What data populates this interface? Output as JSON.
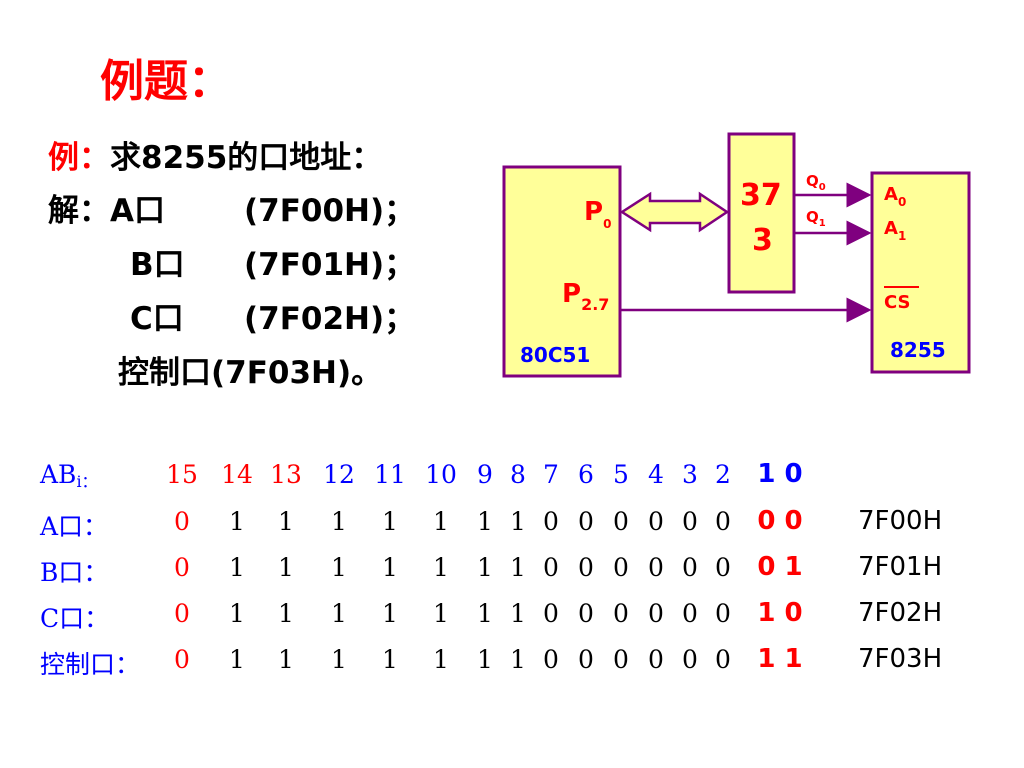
{
  "title": "例题：",
  "question": {
    "example_label": "例：",
    "example_text": "求8255的口地址：",
    "solution_label": "解：",
    "lines": [
      {
        "port": "A口",
        "addr": "(7F00H)；"
      },
      {
        "port": "B口",
        "addr": "(7F01H)；"
      },
      {
        "port": "C口",
        "addr": "(7F02H)；"
      },
      {
        "port": "控制口",
        "addr": "(7F03H)。"
      }
    ]
  },
  "diagram": {
    "mcu_name": "80C51",
    "mcu_p0": "P",
    "mcu_p0_sub": "0",
    "mcu_p27": "P",
    "mcu_p27_sub": "2.7",
    "latch_line1": "37",
    "latch_line2": "3",
    "q0": "Q",
    "q0_sub": "0",
    "q1": "Q",
    "q1_sub": "1",
    "ppi_name": "8255",
    "a0": "A",
    "a0_sub": "0",
    "a1": "A",
    "a1_sub": "1",
    "cs": "CS",
    "colors": {
      "box": "#7f007f",
      "arrow": "#7f007f",
      "bus_fill": "#ffff99",
      "red": "#ff0000",
      "blue": "#0000ff"
    }
  },
  "table": {
    "header_label": "AB",
    "header_label_sub": "i：",
    "header_bits": [
      "15",
      "14",
      "13",
      "12",
      "11",
      "10",
      "9",
      "8",
      "7",
      "6",
      "5",
      "4",
      "3",
      "2"
    ],
    "header_low": "1 0",
    "rows": [
      {
        "label": "A口：",
        "bits": [
          "0",
          "1",
          "1",
          "1",
          "1",
          "1",
          "1",
          "1",
          "0",
          "0",
          "0",
          "0",
          "0",
          "0"
        ],
        "low": "0 0",
        "hex": "7F00H"
      },
      {
        "label": "B口：",
        "bits": [
          "0",
          "1",
          "1",
          "1",
          "1",
          "1",
          "1",
          "1",
          "0",
          "0",
          "0",
          "0",
          "0",
          "0"
        ],
        "low": "0 1",
        "hex": "7F01H"
      },
      {
        "label": "C口：",
        "bits": [
          "0",
          "1",
          "1",
          "1",
          "1",
          "1",
          "1",
          "1",
          "0",
          "0",
          "0",
          "0",
          "0",
          "0"
        ],
        "low": "1 0",
        "hex": "7F02H"
      },
      {
        "label": "控制口：",
        "bits": [
          "0",
          "1",
          "1",
          "1",
          "1",
          "1",
          "1",
          "1",
          "0",
          "0",
          "0",
          "0",
          "0",
          "0"
        ],
        "low": "1 1",
        "hex": "7F03H"
      }
    ]
  }
}
